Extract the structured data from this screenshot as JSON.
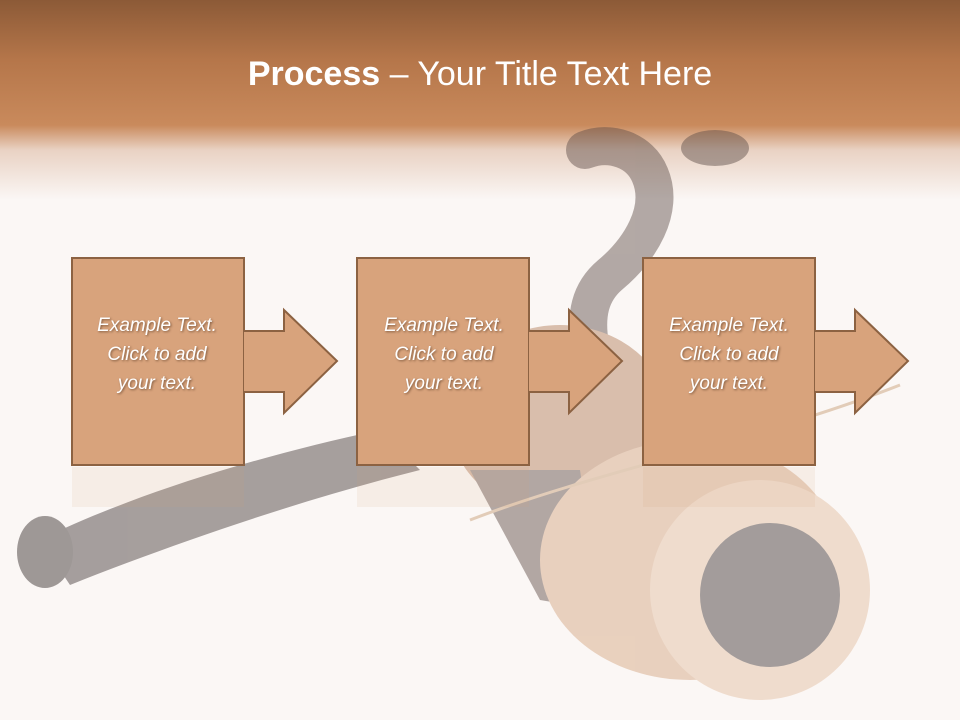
{
  "slide": {
    "title_bold": "Process",
    "title_rest": " – Your Title Text Here"
  },
  "steps": [
    {
      "lines": [
        "Example Text.",
        "Click  to add",
        "your text."
      ]
    },
    {
      "lines": [
        "Example Text.",
        "Click  to add",
        "your text."
      ]
    },
    {
      "lines": [
        "Example Text.",
        "Click  to add",
        "your text."
      ]
    }
  ],
  "colors": {
    "header": "#c08050",
    "box_fill": "#d8a37c",
    "box_border": "#8c6242",
    "title_text": "#ffffff",
    "background": "#fbf7f5"
  },
  "background_image": "fishing-reel"
}
